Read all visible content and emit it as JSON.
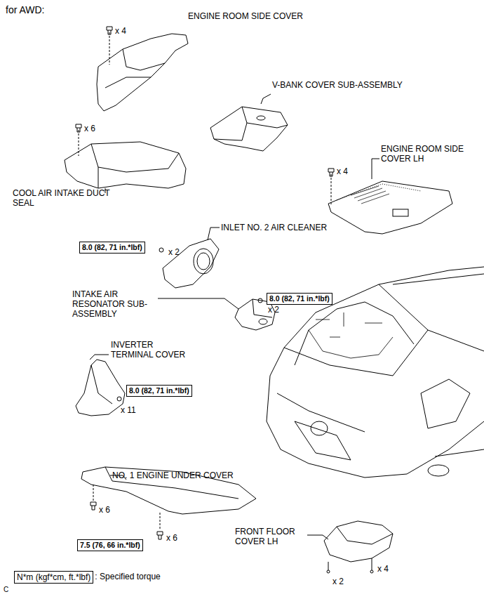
{
  "diagram": {
    "nodes": [
      {
        "text": [
          "8.0 (82, 71 in.*lbf)"
        ]
      },
      {
        "text": [
          "8.0 (82, 71 in.*lbf)"
        ]
      },
      {
        "text": [
          "8.0 (82, 71 in.*lbf)"
        ]
      },
      {
        "text": [
          "7.5 (76, 66 in.*lbf)"
        ]
      },
      {
        "text": [
          "N*m (kgf*cm, ft.*lbf)"
        ]
      }
    ],
    "labels": [
      "for AWD:",
      "ENGINE ROOM SIDE COVER",
      "x 4",
      "x 6",
      "COOL AIR INTAKE DUCT SEAL",
      "V-BANK COVER SUB-ASSEMBLY",
      "ENGINE ROOM SIDE COVER LH",
      "x 4",
      "INLET NO. 2 AIR CLEANER",
      "x 2",
      "INTAKE AIR RESONATOR SUB-ASSEMBLY",
      "x 2",
      "INVERTER TERMINAL COVER",
      "x 11",
      "NO. 1 ENGINE UNDER COVER",
      "x 6",
      "x 6",
      "FRONT FLOOR COVER LH",
      "x 2",
      "x 4",
      ": Specified torque",
      "C"
    ]
  }
}
